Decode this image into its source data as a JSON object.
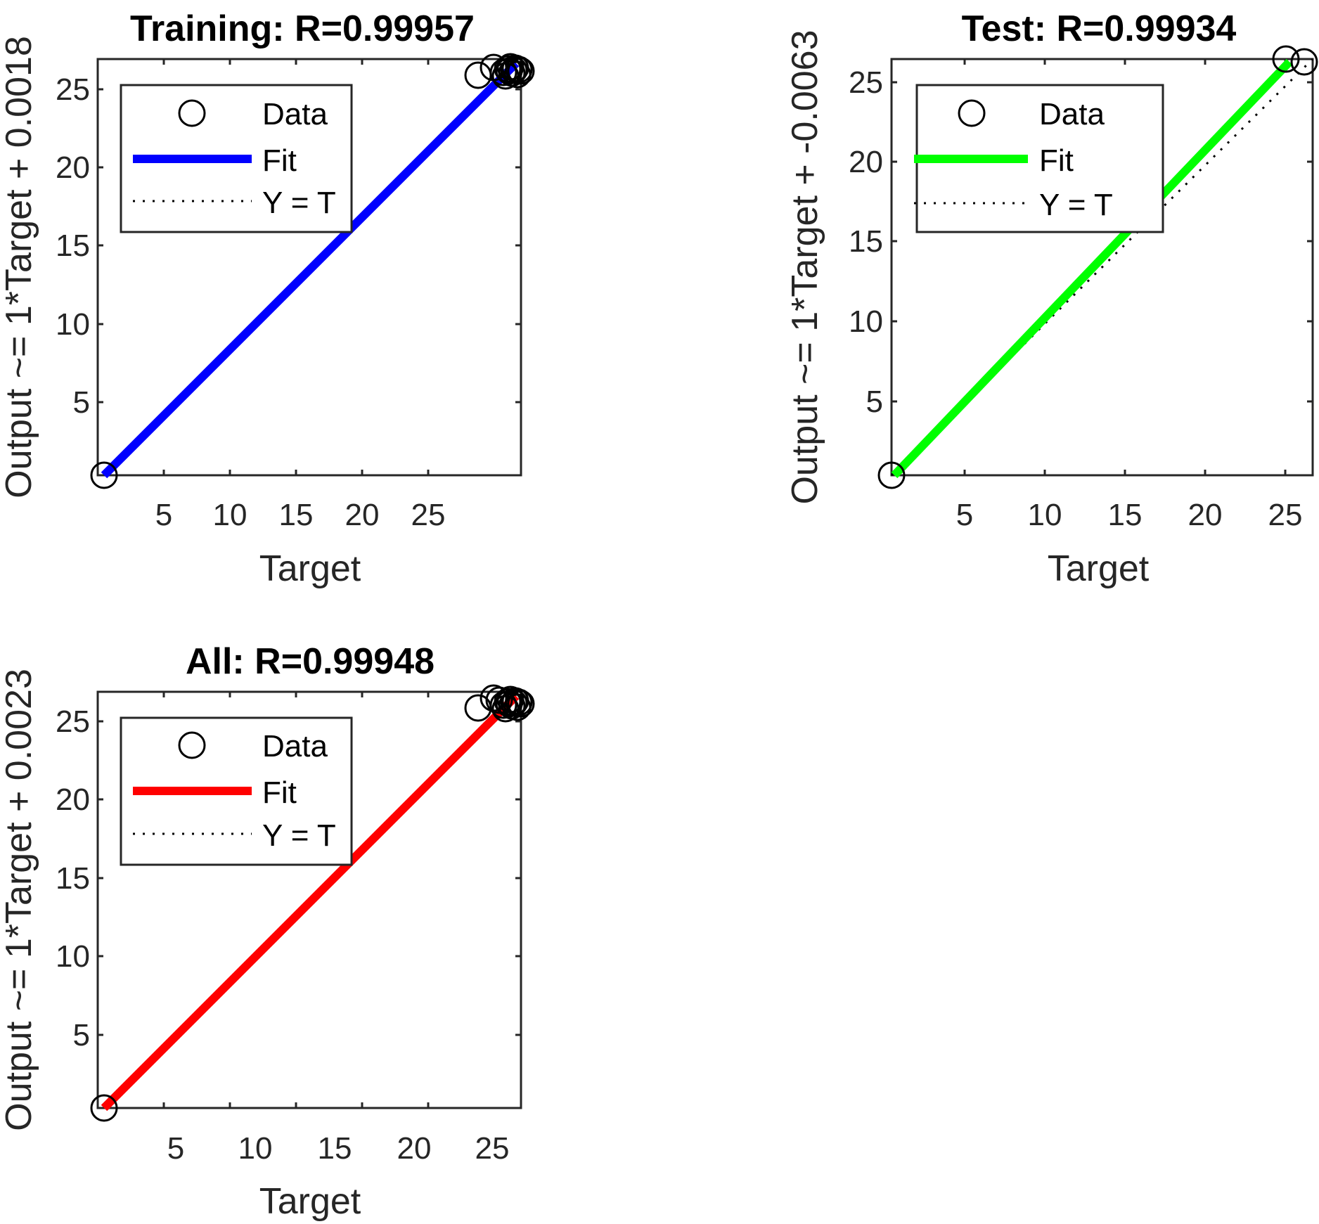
{
  "chart_data": [
    {
      "type": "scatter",
      "title": "Training: R=0.99957",
      "xlabel": "Target",
      "ylabel": "Output ~= 1*Target + 0.0018",
      "xticks": [
        "5",
        "10",
        "15",
        "20",
        "25"
      ],
      "yticks": [
        "5",
        "10",
        "15",
        "20",
        "25"
      ],
      "xlim": [
        0.35,
        26.9
      ],
      "ylim": [
        0.35,
        26.9
      ],
      "grid": false,
      "legend": {
        "position": "upper-left",
        "entries": [
          "Data",
          "Fit",
          "Y = T"
        ]
      },
      "fit": {
        "slope": 1,
        "intercept": 0.0018,
        "color": "#0000ff"
      },
      "series": [
        {
          "name": "Data",
          "marker": "circle",
          "points": [
            [
              0.35,
              0.35
            ],
            [
              24.1,
              25.8
            ],
            [
              25.2,
              26.2
            ],
            [
              25.9,
              26.0
            ],
            [
              26.2,
              26.2
            ],
            [
              26.4,
              26.0
            ],
            [
              26.5,
              26.3
            ],
            [
              26.6,
              25.9
            ],
            [
              26.7,
              26.2
            ],
            [
              26.8,
              26.1
            ],
            [
              26.3,
              26.4
            ],
            [
              26.0,
              25.8
            ]
          ]
        },
        {
          "name": "Fit",
          "type": "line",
          "x": [
            0.35,
            26.9
          ],
          "y": [
            0.3518,
            26.9018
          ]
        },
        {
          "name": "Y = T",
          "type": "line",
          "style": "dotted",
          "x": [
            0.35,
            26.9
          ],
          "y": [
            0.35,
            26.9
          ]
        }
      ]
    },
    {
      "type": "scatter",
      "title": "Test: R=0.99934",
      "xlabel": "Target",
      "ylabel": "Output ~= 1*Target + -0.0063",
      "xticks": [
        "5",
        "10",
        "15",
        "20",
        "25"
      ],
      "yticks": [
        "5",
        "10",
        "15",
        "20",
        "25"
      ],
      "xlim": [
        0.4,
        26.5
      ],
      "ylim": [
        0.4,
        26.5
      ],
      "grid": false,
      "legend": {
        "position": "upper-left",
        "entries": [
          "Data",
          "Fit",
          "Y = T"
        ]
      },
      "fit": {
        "slope": 1,
        "intercept": -0.0063,
        "color": "#00ff00"
      },
      "series": [
        {
          "name": "Data",
          "marker": "circle",
          "points": [
            [
              0.4,
              0.4
            ],
            [
              25.2,
              26.4
            ],
            [
              26.4,
              26.3
            ]
          ]
        },
        {
          "name": "Fit",
          "type": "line",
          "x": [
            0.4,
            25.5
          ],
          "y": [
            0.4,
            26.4
          ]
        },
        {
          "name": "Y = T",
          "type": "line",
          "style": "dotted",
          "x": [
            0.4,
            26.5
          ],
          "y": [
            0.4,
            26.5
          ]
        }
      ]
    },
    {
      "type": "scatter",
      "title": "All: R=0.99948",
      "xlabel": "Target",
      "ylabel": "Output ~= 1*Target + 0.0023",
      "xticks": [
        "5",
        "10",
        "15",
        "20",
        "25"
      ],
      "yticks": [
        "5",
        "10",
        "15",
        "20",
        "25"
      ],
      "xlim": [
        0.35,
        26.9
      ],
      "ylim": [
        0.35,
        26.9
      ],
      "grid": false,
      "legend": {
        "position": "upper-left",
        "entries": [
          "Data",
          "Fit",
          "Y = T"
        ]
      },
      "fit": {
        "slope": 1,
        "intercept": 0.0023,
        "color": "#ff0000"
      },
      "series": [
        {
          "name": "Data",
          "marker": "circle",
          "points": [
            [
              0.35,
              0.35
            ],
            [
              24.1,
              25.8
            ],
            [
              25.2,
              26.3
            ],
            [
              25.9,
              26.0
            ],
            [
              26.2,
              26.2
            ],
            [
              26.4,
              26.0
            ],
            [
              26.5,
              26.3
            ],
            [
              26.6,
              25.9
            ],
            [
              26.7,
              26.2
            ],
            [
              26.8,
              26.1
            ],
            [
              26.3,
              26.4
            ],
            [
              26.0,
              25.8
            ]
          ]
        },
        {
          "name": "Fit",
          "type": "line",
          "x": [
            0.35,
            26.9
          ],
          "y": [
            0.3523,
            26.9023
          ]
        },
        {
          "name": "Y = T",
          "type": "line",
          "style": "dotted",
          "x": [
            0.35,
            26.9
          ],
          "y": [
            0.35,
            26.9
          ]
        }
      ]
    }
  ],
  "panels": {
    "training": {
      "title": "Training: R=0.99957",
      "xlabel": "Target",
      "ylabel": "Output ~= 1*Target + 0.0018",
      "ticks": [
        "5",
        "10",
        "15",
        "20",
        "25"
      ],
      "legend": {
        "data": "Data",
        "fit": "Fit",
        "yt": "Y = T"
      },
      "fit_color": "#0000ff"
    },
    "test": {
      "title": "Test: R=0.99934",
      "xlabel": "Target",
      "ylabel": "Output ~= 1*Target + -0.0063",
      "ticks": [
        "5",
        "10",
        "15",
        "20",
        "25"
      ],
      "legend": {
        "data": "Data",
        "fit": "Fit",
        "yt": "Y = T"
      },
      "fit_color": "#00ff00"
    },
    "all": {
      "title": "All: R=0.99948",
      "xlabel": "Target",
      "ylabel": "Output ~= 1*Target + 0.0023",
      "ticks": [
        "5",
        "10",
        "15",
        "20",
        "25"
      ],
      "legend": {
        "data": "Data",
        "fit": "Fit",
        "yt": "Y = T"
      },
      "fit_color": "#ff0000"
    }
  }
}
